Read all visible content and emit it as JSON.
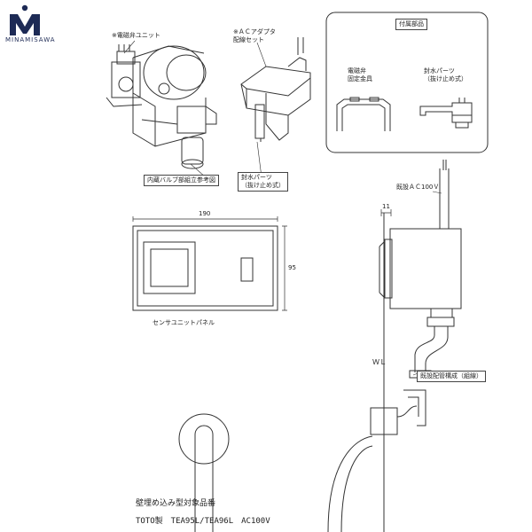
{
  "brand": {
    "logo_text": "MINAMISAWA"
  },
  "labels": {
    "solenoid_unit": "※電磁弁ユニット",
    "ac_adapter": "※ＡＣアダプタ\n配線セット",
    "accessories_title": "付属部品",
    "valve_fixture": "電磁弁\n固定金具",
    "seal_parts_acc": "封水パーツ\n（抜け止め式）",
    "valve_assembly_ref": "内蔵バルブ部組立参考図",
    "seal_parts": "封水パーツ\n（抜け止め式）",
    "existing_ac": "既設ＡＣ100Ｖ",
    "dim_190": "190",
    "dim_95": "95",
    "dim_11": "11",
    "sensor_panel": "センサユニットパネル",
    "wl": "ＷＬ",
    "existing_piping": "既設配管構成（組線）"
  },
  "footer": {
    "line1": "壁埋め込み型対象品番",
    "line2": "TOTO製　TEA95L/TEA96L　AC100V"
  },
  "colors": {
    "logo": "#1d2a55",
    "line": "#333333"
  }
}
